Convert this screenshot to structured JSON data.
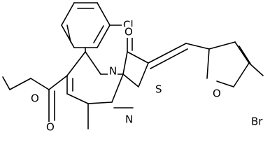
{
  "molecule": {
    "atoms": {
      "chlorine": "Cl",
      "ketone_oxygen": "O",
      "ring_nitrogen": "N",
      "thiazole_sulfur": "S",
      "pyrimidine_nitrogen": "N",
      "furan_oxygen": "O",
      "bromine": "Br",
      "ester_ether_oxygen": "O",
      "ester_carbonyl_oxygen": "O"
    }
  }
}
